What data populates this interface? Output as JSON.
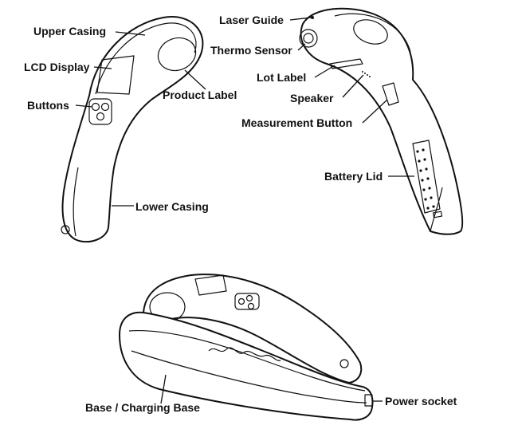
{
  "labels": {
    "upper_casing": "Upper Casing",
    "lcd_display": "LCD Display",
    "buttons": "Buttons",
    "product_label": "Product Label",
    "lower_casing": "Lower Casing",
    "laser_guide": "Laser Guide",
    "thermo_sensor": "Thermo Sensor",
    "lot_label": "Lot Label",
    "speaker": "Speaker",
    "measurement_button": "Measurement Button",
    "battery_lid": "Battery Lid",
    "base_charging_base": "Base / Charging Base",
    "power_socket": "Power socket"
  },
  "colors": {
    "line": "#111111",
    "background": "#ffffff"
  }
}
